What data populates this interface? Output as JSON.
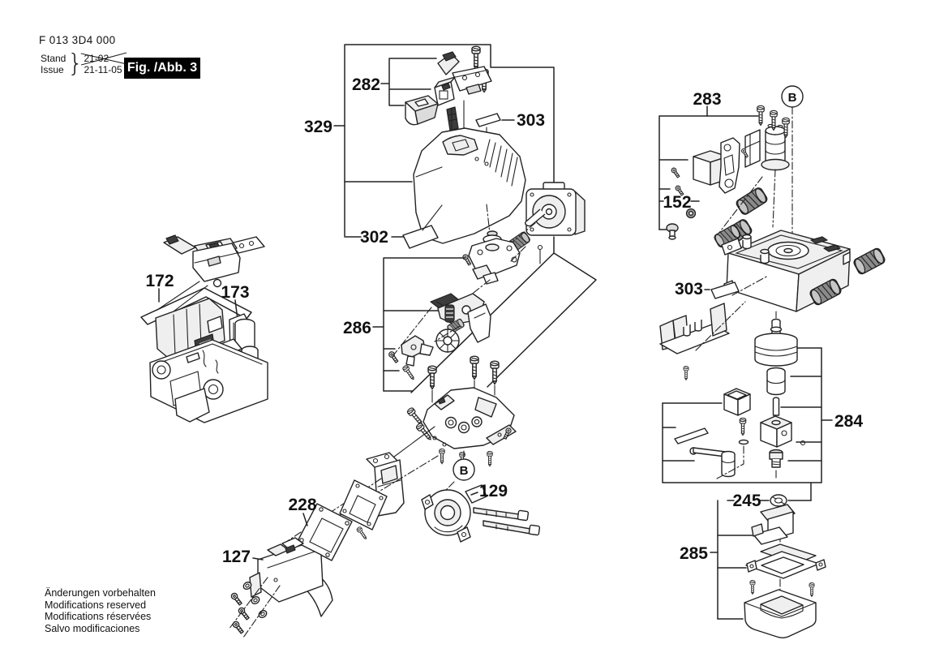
{
  "header": {
    "part_code": "F 013 3D4 000",
    "stand_label": "Stand",
    "issue_label": "Issue",
    "brace": "}",
    "superseded_date": "21-02",
    "issue_date": "21-11-05",
    "figure_label": "Fig. /Abb. 3"
  },
  "footer": {
    "lines": [
      "Änderungen vorbehalten",
      "Modifications reserved",
      "Modifications réservées",
      "Salvo modificaciones"
    ]
  },
  "callouts": {
    "c282": "282",
    "c329": "329",
    "c303_top": "303",
    "c302": "302",
    "c286": "286",
    "c172": "172",
    "c173": "173",
    "c228": "228",
    "c129": "129",
    "c127": "127",
    "c283": "283",
    "c152": "152",
    "c303_right": "303",
    "c284": "284",
    "c245": "245",
    "c285": "285",
    "view_b_top": "B",
    "view_b_center": "B"
  },
  "colors": {
    "line": "#222222",
    "paper": "#ffffff",
    "fill_light": "#efefef",
    "fill_dark": "#3c3c3c",
    "figure_box_bg": "#000000",
    "figure_box_text": "#ffffff"
  }
}
